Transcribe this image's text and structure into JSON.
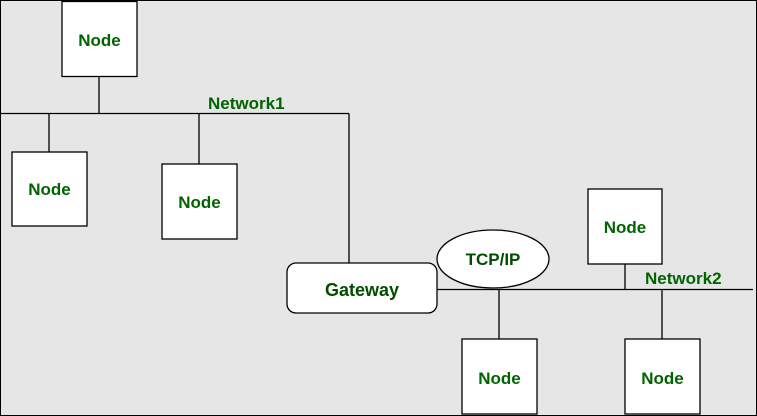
{
  "colors": {
    "background": "#e6e6e6",
    "box_fill": "#ffffff",
    "stroke": "#000000",
    "label_green": "#006400",
    "network_label_green": "#006400",
    "gateway_label": "#004d00"
  },
  "nodes": {
    "top": "Node",
    "left": "Node",
    "middle": "Node",
    "right_upper": "Node",
    "bottom_left": "Node",
    "bottom_right": "Node"
  },
  "networks": {
    "network1": "Network1",
    "network2": "Network2"
  },
  "gateway": "Gateway",
  "protocol": "TCP/IP"
}
